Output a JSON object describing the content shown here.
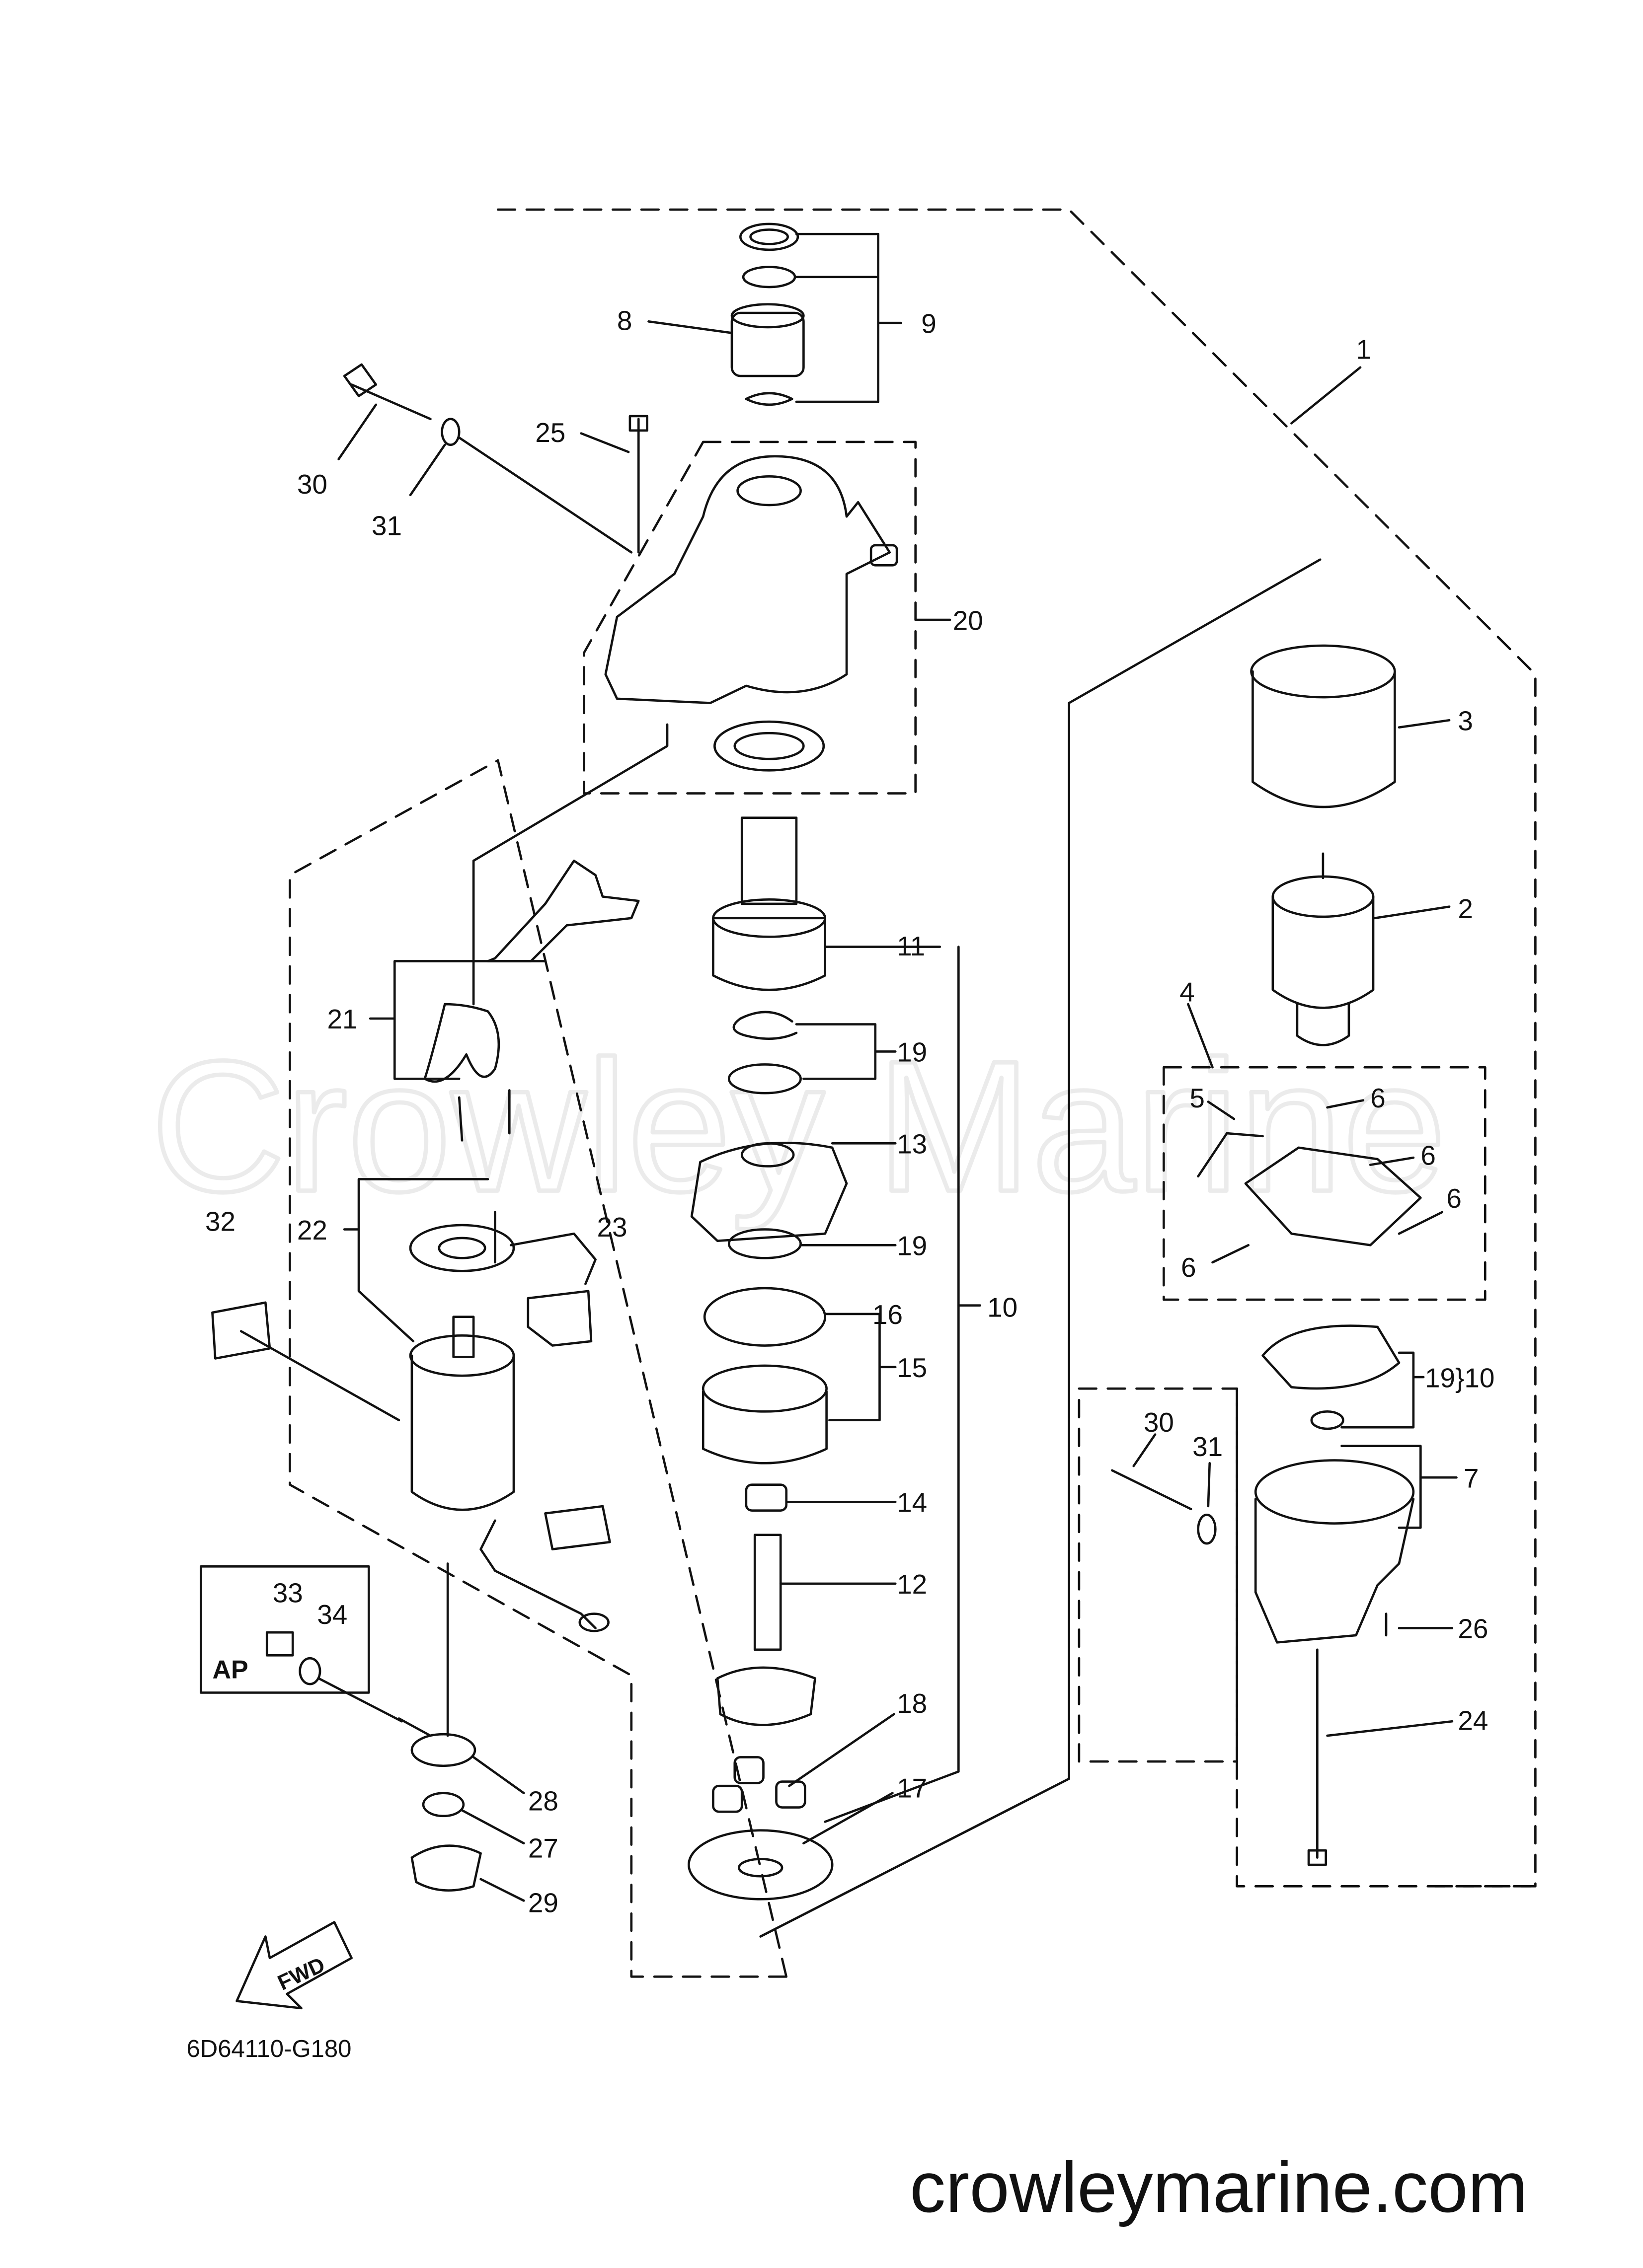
{
  "diagram": {
    "watermark": "Crowley Marine",
    "website": "crowleymarine.com",
    "drawing_code": "6D64110-G180",
    "ap_label": "AP",
    "fwd_label": "FWD",
    "callouts": {
      "c1": "1",
      "c2": "2",
      "c3": "3",
      "c4": "4",
      "c5": "5",
      "c6a": "6",
      "c6b": "6",
      "c6c": "6",
      "c6d": "6",
      "c7": "7",
      "c8": "8",
      "c9": "9",
      "c10a": "10",
      "c10b": "19}10",
      "c11": "11",
      "c12": "12",
      "c13": "13",
      "c14": "14",
      "c15": "15",
      "c16": "16",
      "c17": "17",
      "c18": "18",
      "c19a": "19",
      "c19b": "19",
      "c20": "20",
      "c21": "21",
      "c22": "22",
      "c23": "23",
      "c24": "24",
      "c25": "25",
      "c26": "26",
      "c27": "27",
      "c28": "28",
      "c29": "29",
      "c30a": "30",
      "c30b": "30",
      "c31a": "31",
      "c31b": "31",
      "c32": "32",
      "c33": "33",
      "c34": "34"
    }
  }
}
